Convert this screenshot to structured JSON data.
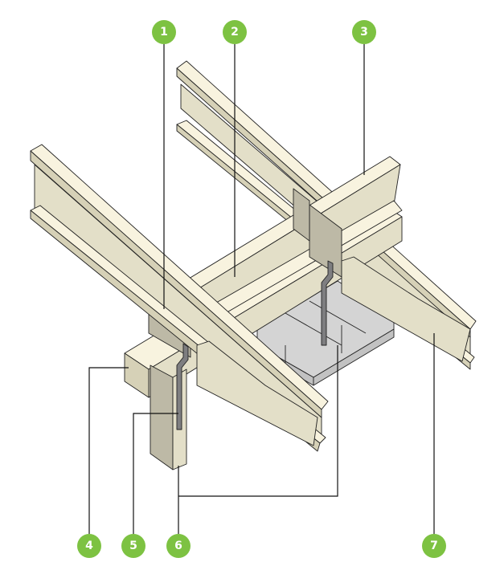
{
  "diagram": {
    "callouts": [
      {
        "number": "1"
      },
      {
        "number": "2"
      },
      {
        "number": "3"
      },
      {
        "number": "4"
      },
      {
        "number": "5"
      },
      {
        "number": "6"
      },
      {
        "number": "7"
      }
    ],
    "colors": {
      "callout": "#7dc242",
      "timber": "#f8f3df",
      "block": "#d4d4d4",
      "strap": "#7e7e80"
    }
  }
}
